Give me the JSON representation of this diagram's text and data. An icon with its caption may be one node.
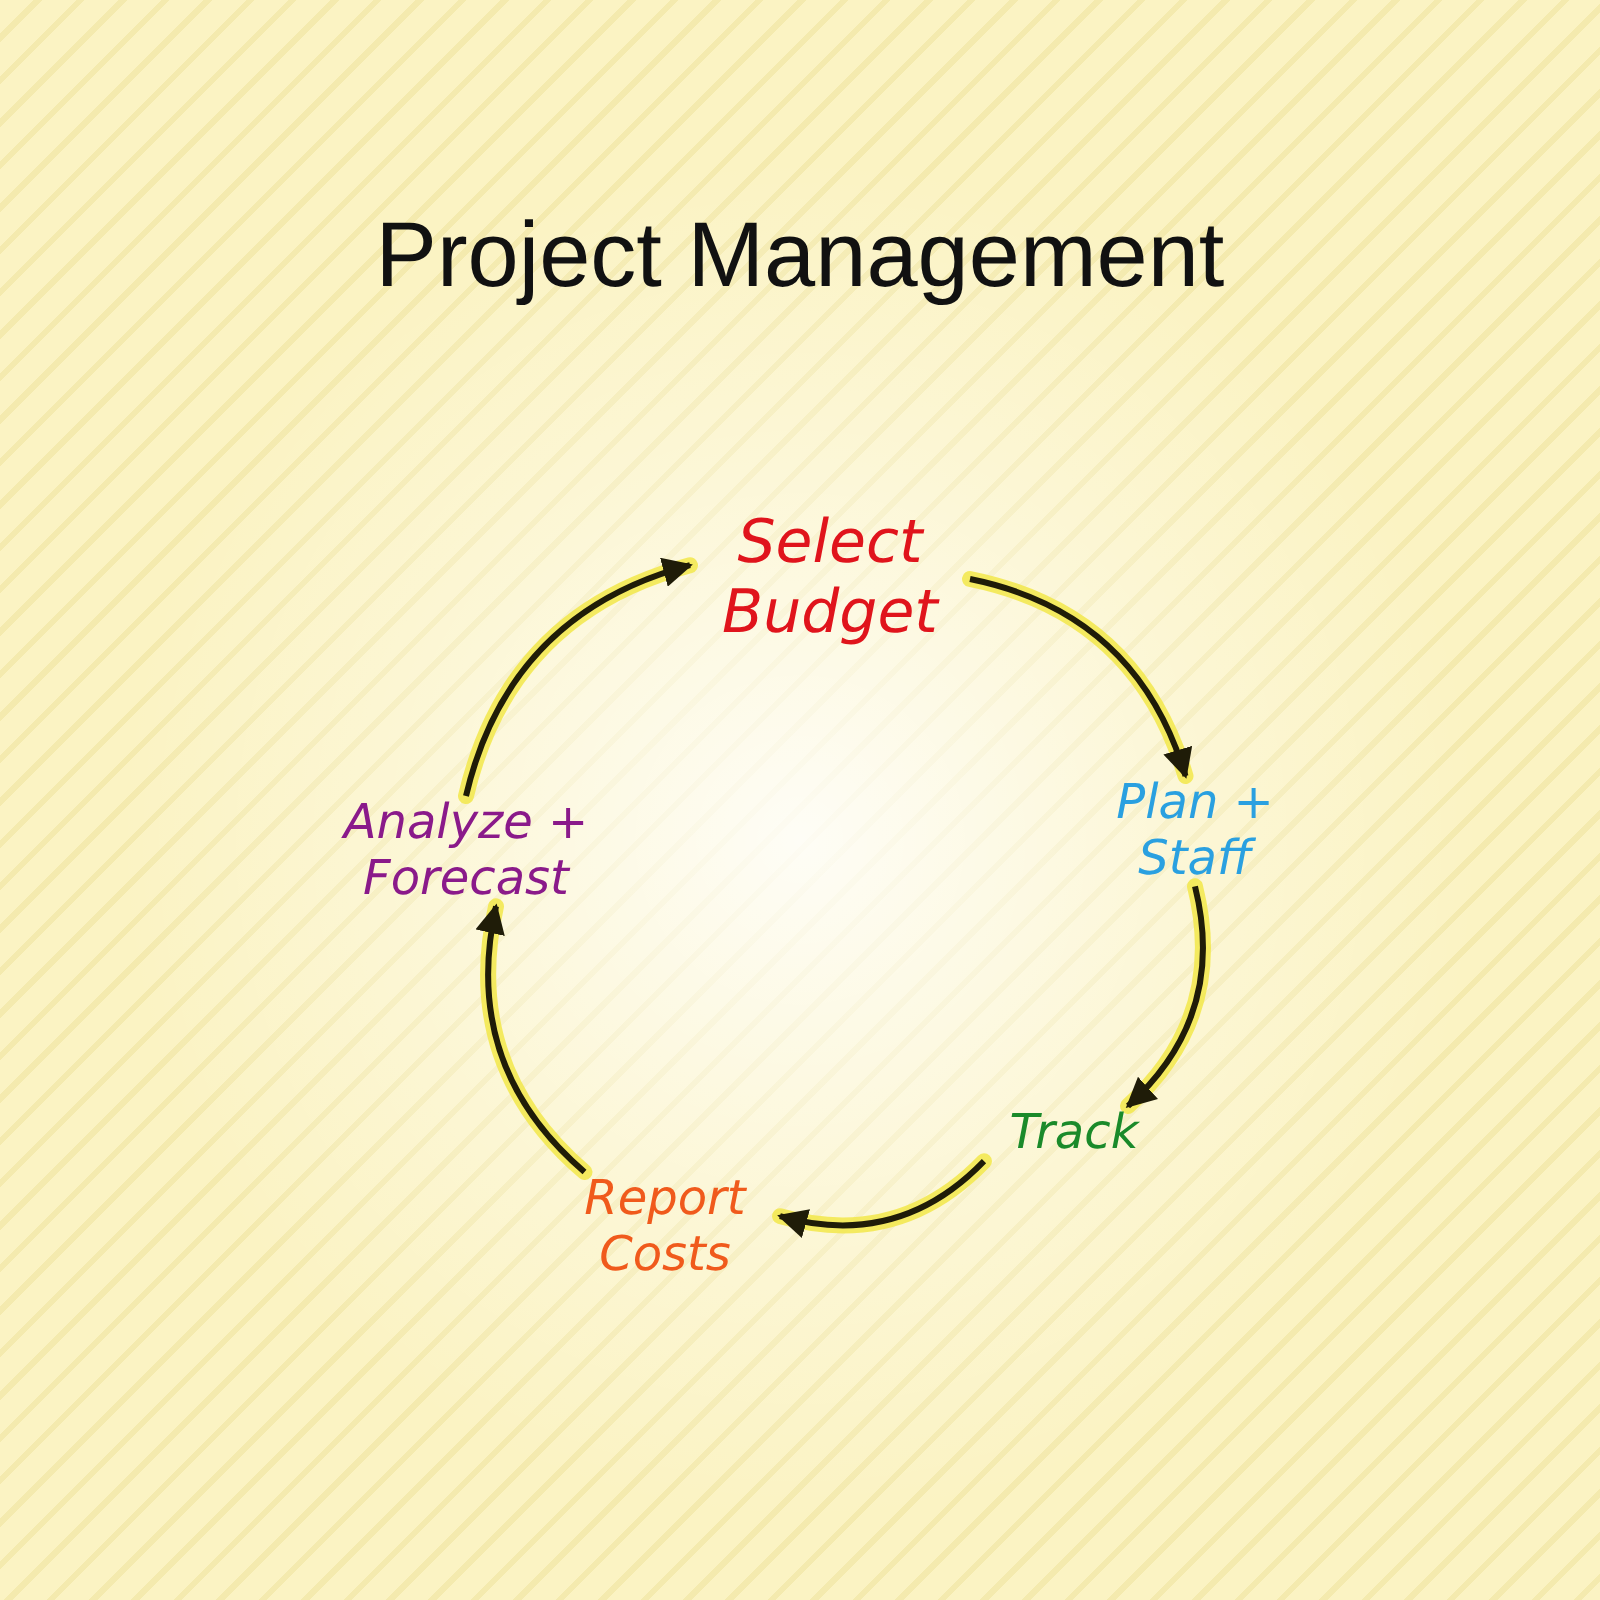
{
  "diagram": {
    "title": "Project Management",
    "nodes": [
      {
        "text": [
          "Select Budget"
        ]
      },
      {
        "text": [
          "Plan + Staff"
        ]
      },
      {
        "text": [
          "Track"
        ]
      },
      {
        "text": [
          "Report Costs"
        ]
      },
      {
        "text": [
          "Analyze + Forecast"
        ]
      }
    ],
    "edges": [
      {
        "from": 0,
        "to": 1,
        "arrow": "to"
      },
      {
        "from": 1,
        "to": 2,
        "arrow": "to"
      },
      {
        "from": 2,
        "to": 3,
        "arrow": "to"
      },
      {
        "from": 3,
        "to": 4,
        "arrow": "to"
      },
      {
        "from": 4,
        "to": 0,
        "arrow": "to"
      }
    ]
  }
}
